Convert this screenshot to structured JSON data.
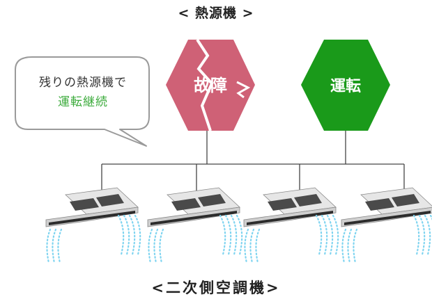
{
  "titles": {
    "heat_source": "< 熱源機 >",
    "secondary": "<二次側空調機>"
  },
  "units": {
    "faulty": {
      "label": "故障",
      "color": "#cf6176"
    },
    "running": {
      "label": "運転",
      "color": "#1a9a1a"
    }
  },
  "bubble": {
    "line1": "残りの熱源機で",
    "line2": "運転継続",
    "line2_color": "#3cab3c"
  },
  "indoor_units": [
    {
      "name": "indoor-unit-1"
    },
    {
      "name": "indoor-unit-2"
    },
    {
      "name": "indoor-unit-3"
    },
    {
      "name": "indoor-unit-4"
    }
  ],
  "colors": {
    "pipe": "#444444",
    "airflow": "#7fd4f0"
  }
}
